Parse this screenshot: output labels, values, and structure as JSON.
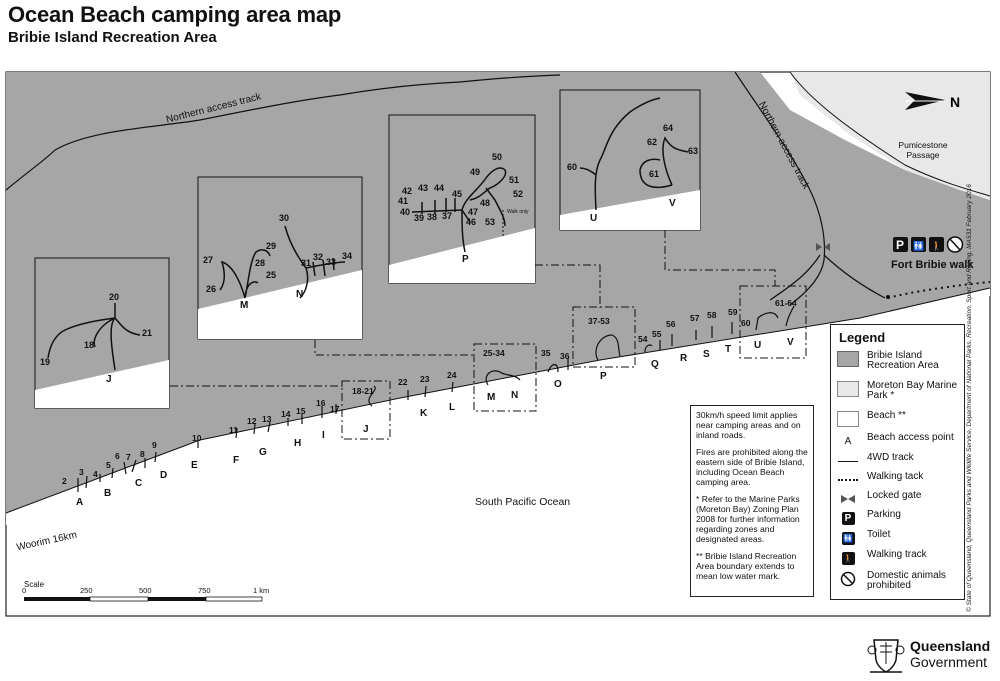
{
  "title": "Ocean Beach camping area map",
  "subtitle": "Bribie Island Recreation Area",
  "map_labels": {
    "northern_access_track_1": "Northern access track",
    "northern_access_track_2": "Northern access track",
    "pumicestone": "Pumicestone Passage",
    "fort_bribie": "Fort Bribie walk",
    "south_pacific": "South Pacific Ocean",
    "woorim": "Woorim 16km",
    "north": "N"
  },
  "scale": {
    "label": "Scale",
    "ticks": [
      "0",
      "250",
      "500",
      "750",
      "1 km"
    ]
  },
  "beach_access_points": [
    "A",
    "B",
    "C",
    "D",
    "E",
    "F",
    "G",
    "H",
    "I",
    "J",
    "K",
    "L",
    "M",
    "N",
    "O",
    "P",
    "Q",
    "R",
    "S",
    "T",
    "U",
    "V"
  ],
  "site_numbers": [
    "2",
    "3",
    "4",
    "5",
    "6",
    "7",
    "8",
    "9",
    "10",
    "11",
    "12",
    "13",
    "14",
    "15",
    "16",
    "17",
    "18-21",
    "22",
    "23",
    "24",
    "25-34",
    "35",
    "36",
    "37-53",
    "54",
    "55",
    "56",
    "57",
    "58",
    "59",
    "60",
    "61-64"
  ],
  "insets": {
    "j": {
      "access": "J",
      "sites": [
        "20",
        "21",
        "18",
        "19"
      ]
    },
    "mn": {
      "access_m": "M",
      "access_n": "N",
      "sites": [
        "30",
        "27",
        "29",
        "28",
        "25",
        "26",
        "31",
        "32",
        "33",
        "34"
      ]
    },
    "p": {
      "access": "P",
      "sites": [
        "50",
        "49",
        "51",
        "52",
        "42",
        "43",
        "44",
        "45",
        "41",
        "48",
        "47",
        "40",
        "39",
        "38",
        "37",
        "46",
        "53"
      ],
      "walk": "Walk only"
    },
    "uv": {
      "access_u": "U",
      "access_v": "V",
      "sites": [
        "64",
        "62",
        "63",
        "60",
        "61"
      ]
    }
  },
  "legend": {
    "title": "Legend",
    "items": [
      {
        "label": "Bribie Island Recreation Area",
        "symbol": "grey-swatch"
      },
      {
        "label": "Moreton Bay Marine Park *",
        "symbol": "light-swatch"
      },
      {
        "label": "Beach **",
        "symbol": "white-swatch"
      },
      {
        "label": "Beach access point",
        "symbol": "A"
      },
      {
        "label": "4WD track",
        "symbol": "solid-line"
      },
      {
        "label": "Walking tack",
        "symbol": "dotted-line"
      },
      {
        "label": "Locked gate",
        "symbol": "gate-icon"
      },
      {
        "label": "Parking",
        "symbol": "P"
      },
      {
        "label": "Toilet",
        "symbol": "toilet-icon"
      },
      {
        "label": "Walking track",
        "symbol": "hiker-icon"
      },
      {
        "label": "Domestic animals prohibited",
        "symbol": "no-dogs-icon"
      }
    ]
  },
  "notes": {
    "speed": "30km/h speed limit applies near camping areas and on inland roads.",
    "fires": "Fires are prohibited along the eastern side of Bribie Island, including Ocean Beach camping area.",
    "marine": "* Refer to the Marine Parks (Moreton Bay) Zoning Plan 2008 for further information regarding zones and designated areas.",
    "boundary": "** Bribie Island Recreation Area boundary extends to mean low water mark."
  },
  "credit": "© State of Queensland, Queensland Parks and Wildlife Service, Department of National Parks, Recreation, Sport and Racing, MA531 February 2016",
  "logo": {
    "line1": "Queensland",
    "line2": "Government"
  },
  "colors": {
    "land": "#a6a6a6",
    "marine": "#e6e6e6",
    "beach": "#ffffff",
    "ink": "#111111"
  }
}
